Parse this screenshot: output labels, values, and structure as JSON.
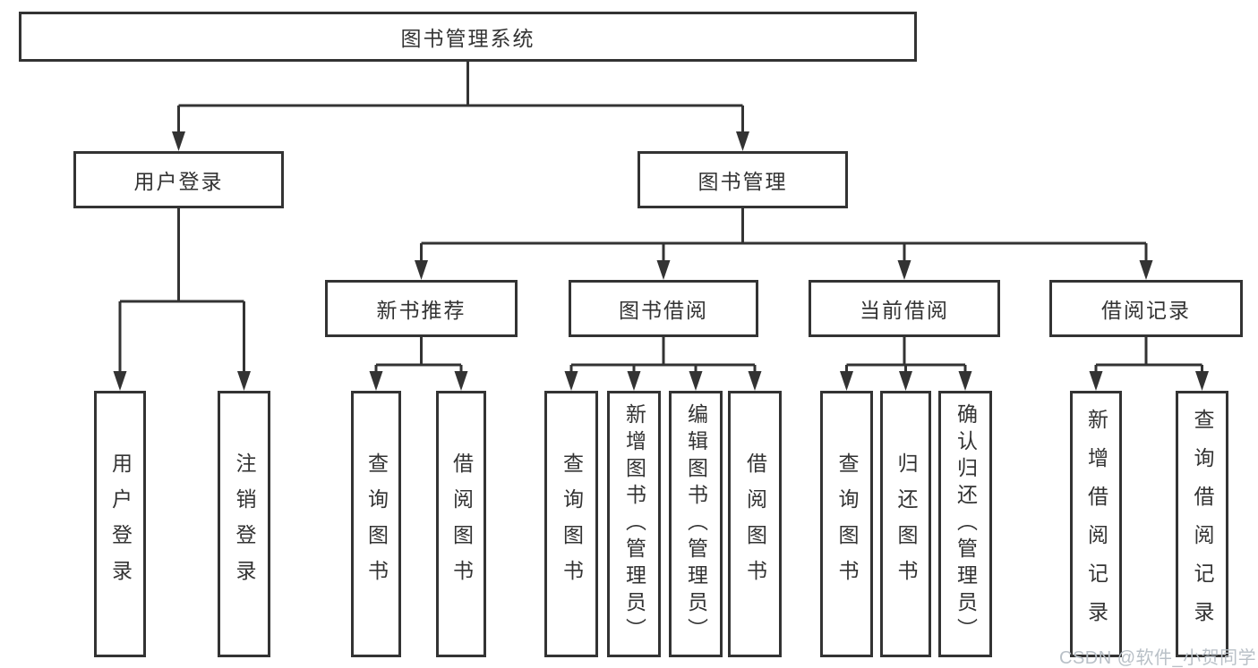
{
  "diagram": {
    "title": "图书管理系统",
    "level2": {
      "user_login": "用户登录",
      "book_management": "图书管理"
    },
    "level3": [
      "新书推荐",
      "图书借阅",
      "当前借阅",
      "借阅记录"
    ],
    "leaves": {
      "user_login": [
        "用户登录",
        "注销登录"
      ],
      "new_book_recommend": [
        "查询图书",
        "借阅图书"
      ],
      "book_borrow": [
        "查询图书",
        "新增图书（管理员）",
        "编辑图书（管理员）",
        "借阅图书"
      ],
      "current_borrow": [
        "查询图书",
        "归还图书",
        "确认归还（管理员）"
      ],
      "borrow_records": [
        "新增借阅记录",
        "查询借阅记录"
      ]
    },
    "watermark": "CSDN @软件_小贺同学",
    "colors": {
      "line": "#333333",
      "text": "#333333",
      "background": "#ffffff",
      "watermark": "#b9c0c7"
    }
  }
}
